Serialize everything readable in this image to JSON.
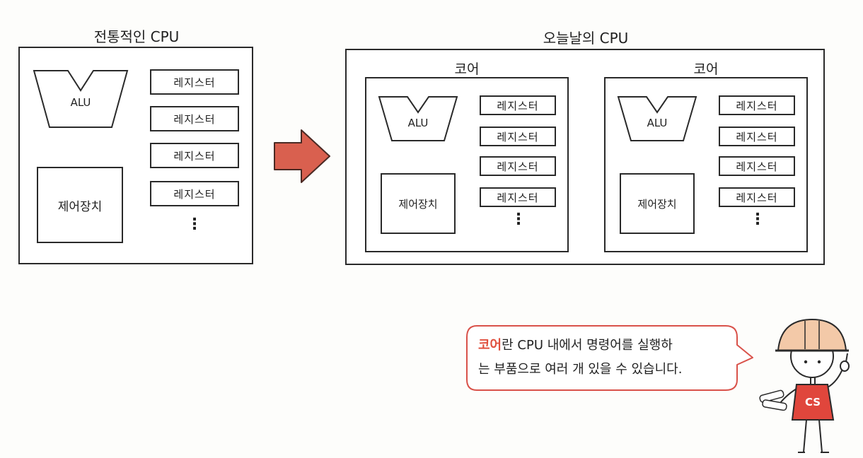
{
  "traditional": {
    "title": "전통적인 CPU",
    "alu": "ALU",
    "control": "제어장치",
    "registers": [
      "레지스터",
      "레지스터",
      "레지스터",
      "레지스터"
    ],
    "ellipsis": "⋮"
  },
  "modern": {
    "title": "오늘날의 CPU",
    "cores": [
      {
        "title": "코어",
        "alu": "ALU",
        "control": "제어장치",
        "registers": [
          "레지스터",
          "레지스터",
          "레지스터",
          "레지스터"
        ],
        "ellipsis": "⋮"
      },
      {
        "title": "코어",
        "alu": "ALU",
        "control": "제어장치",
        "registers": [
          "레지스터",
          "레지스터",
          "레지스터",
          "레지스터"
        ],
        "ellipsis": "⋮"
      }
    ]
  },
  "speech": {
    "highlight": "코어",
    "line1_rest": "란 CPU 내에서 명령어를 실행하",
    "line2": "는 부품으로 여러 개 있을 수 있습니다."
  },
  "mascot": {
    "badge": "CS"
  },
  "colors": {
    "arrow": "#d9604f",
    "highlight": "#e0503e",
    "bubble_border": "#d9524a",
    "shirt": "#e0463c",
    "helmet": "#f3c9a8"
  }
}
